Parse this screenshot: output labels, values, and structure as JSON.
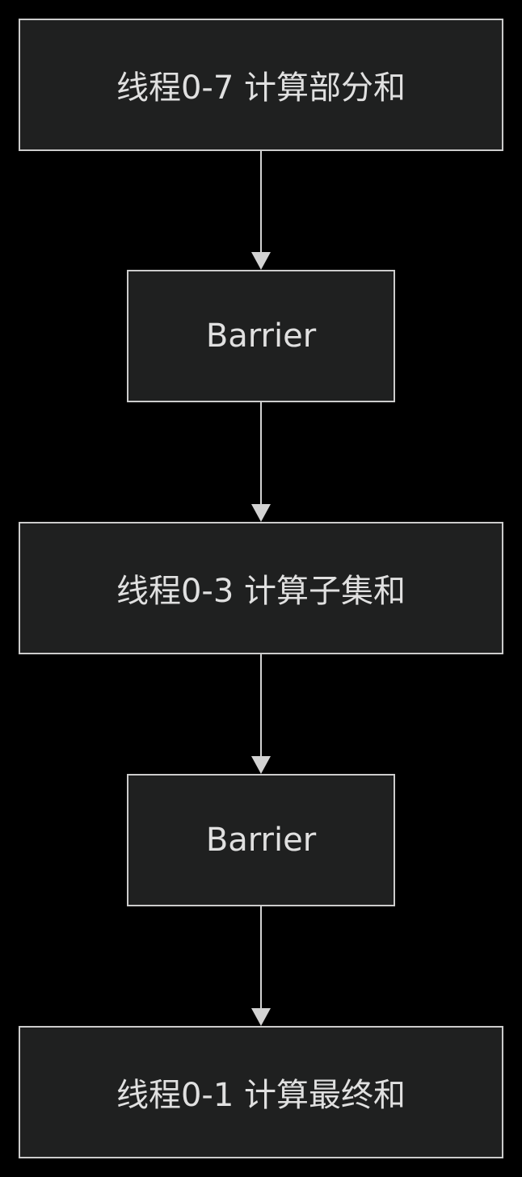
{
  "colors": {
    "background": "#000000",
    "node_fill": "#1f2020",
    "node_stroke": "#cccccc",
    "text": "#e0e0e0",
    "edge": "#d3d3d3"
  },
  "nodes": [
    {
      "id": "n1",
      "label": "线程0-7 计算部分和"
    },
    {
      "id": "n2",
      "label": "Barrier"
    },
    {
      "id": "n3",
      "label": "线程0-3 计算子集和"
    },
    {
      "id": "n4",
      "label": "Barrier"
    },
    {
      "id": "n5",
      "label": "线程0-1 计算最终和"
    }
  ],
  "edges": [
    {
      "from": "n1",
      "to": "n2"
    },
    {
      "from": "n2",
      "to": "n3"
    },
    {
      "from": "n3",
      "to": "n4"
    },
    {
      "from": "n4",
      "to": "n5"
    }
  ]
}
